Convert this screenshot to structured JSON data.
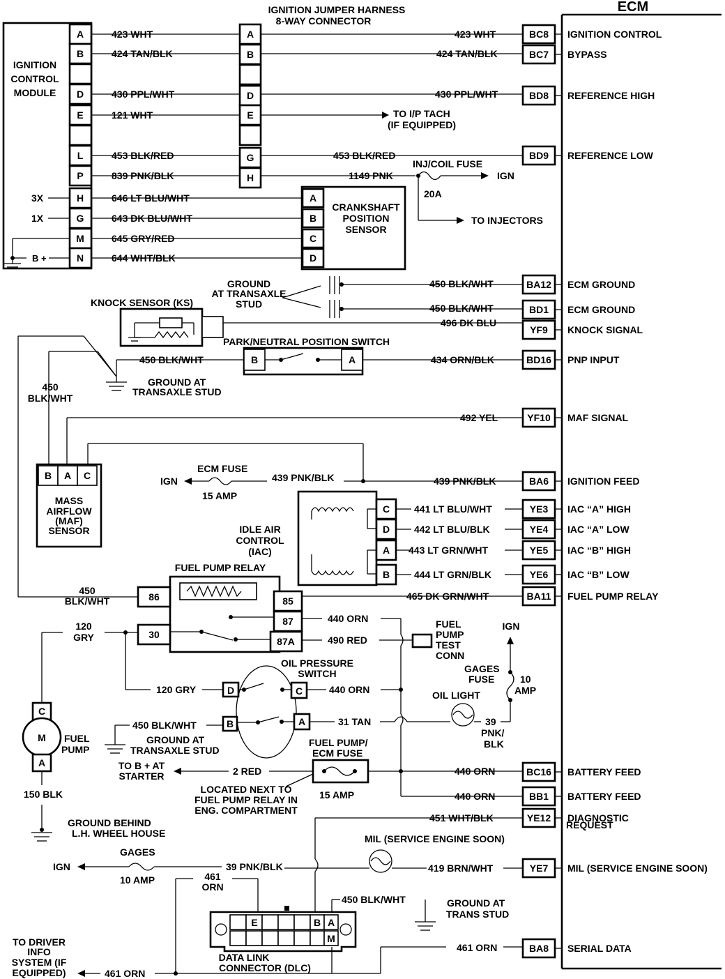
{
  "ecm": {
    "title": "ECM",
    "pins": [
      {
        "pin": "BC8",
        "label": "IGNITION CONTROL"
      },
      {
        "pin": "BC7",
        "label": "BYPASS"
      },
      {
        "pin": "BD8",
        "label": "REFERENCE HIGH"
      },
      {
        "pin": "BD9",
        "label": "REFERENCE LOW"
      },
      {
        "pin": "BA12",
        "label": "ECM GROUND"
      },
      {
        "pin": "BD1",
        "label": "ECM GROUND"
      },
      {
        "pin": "YF9",
        "label": "KNOCK SIGNAL"
      },
      {
        "pin": "BD16",
        "label": "PNP INPUT"
      },
      {
        "pin": "YF10",
        "label": "MAF SIGNAL"
      },
      {
        "pin": "BA6",
        "label": "IGNITION FEED"
      },
      {
        "pin": "YE3",
        "label": "IAC “A” HIGH"
      },
      {
        "pin": "YE4",
        "label": "IAC “A” LOW"
      },
      {
        "pin": "YE5",
        "label": "IAC “B” HIGH"
      },
      {
        "pin": "YE6",
        "label": "IAC “B” LOW"
      },
      {
        "pin": "BA11",
        "label": "FUEL PUMP  RELAY"
      },
      {
        "pin": "BC16",
        "label": "BATTERY FEED"
      },
      {
        "pin": "BB1",
        "label": "BATTERY FEED"
      },
      {
        "pin": "YE12",
        "label": "DIAGNOSTIC"
      },
      {
        "pin": "YE7",
        "label": "MIL (SERVICE ENGINE SOON)"
      },
      {
        "pin": "BA8",
        "label": "SERIAL DATA"
      }
    ],
    "diag_label_2": "REQUEST"
  },
  "icm": {
    "title_lines": [
      "IGNITION",
      "CONTROL",
      "MODULE"
    ],
    "pins": [
      "A",
      "B",
      "",
      "D",
      "E",
      "",
      "L",
      "P",
      "H",
      "G",
      "M",
      "N"
    ],
    "wires": {
      "a": "423 WHT",
      "b": "424 TAN/BLK",
      "d": "430 PPL/WHT",
      "e": "121 WHT",
      "l": "453 BLK/RED",
      "p": "839 PNK/BLK",
      "h": "646 LT BLU/WHT",
      "g": "643 DK BLU/WHT",
      "m": "645 GRY/RED",
      "n": "644 WHT/BLK"
    },
    "x3": "3X",
    "x1": "1X",
    "bplus": "B +"
  },
  "jumper": {
    "title1": "IGNITION JUMPER HARNESS",
    "title2": "8-WAY CONNECTOR",
    "pins": [
      "A",
      "B",
      "",
      "D",
      "E",
      "",
      "G",
      "H"
    ],
    "wire_a": "423 WHT",
    "wire_b": "424 TAN/BLK",
    "wire_d": "430 PPL/WHT",
    "wire_g": "453 BLK/RED",
    "wire_h": "1149 PNK",
    "tach1": "TO I/P TACH",
    "tach2": "(IF EQUIPPED)"
  },
  "crank": {
    "title_lines": [
      "CRANKSHAFT",
      "POSITION",
      "SENSOR"
    ],
    "pins": [
      "A",
      "B",
      "C",
      "D"
    ]
  },
  "injfuse": {
    "label": "INJ/COIL FUSE",
    "amp": "20A",
    "ign": "IGN",
    "injectors": "TO INJECTORS"
  },
  "ground_stud": {
    "l1": "GROUND",
    "l2": "AT TRANSAXLE",
    "l3": "STUD"
  },
  "ecm_gnd_wire": "450 BLK/WHT",
  "knock": {
    "label": "KNOCK SENSOR (KS)",
    "wire": "496 DK BLU"
  },
  "pnp": {
    "label": "PARK/NEUTRAL POSITION SWITCH",
    "pin_b": "B",
    "pin_a": "A",
    "wire_left": "450 BLK/WHT",
    "wire_right": "434 ORN/BLK"
  },
  "gnd_trans": {
    "l1": "GROUND AT",
    "l2": "TRANSAXLE STUD"
  },
  "w450_left": {
    "l1": "450",
    "l2": "BLK/WHT"
  },
  "maf": {
    "wire_signal": "492 YEL",
    "pins": [
      "B",
      "A",
      "C"
    ],
    "title_lines": [
      "MASS",
      "AIRFLOW",
      "(MAF)",
      "SENSOR"
    ],
    "fuse_label": "ECM FUSE",
    "fuse_amp": "15 AMP",
    "ign": "IGN",
    "wire_feed_left": "439 PNK/BLK",
    "wire_feed_right": "439 PNK/BLK"
  },
  "iac": {
    "title_lines": [
      "IDLE AIR",
      "CONTROL",
      "(IAC)"
    ],
    "pins": [
      "C",
      "D",
      "A",
      "B"
    ],
    "wires": [
      "441 LT BLU/WHT",
      "442 LT BLU/BLK",
      "443  LT GRN/WHT",
      "444 LT GRN/BLK"
    ]
  },
  "relay": {
    "label": "FUEL PUMP  RELAY",
    "pins": {
      "p86": "86",
      "p30": "30",
      "p85": "85",
      "p87": "87",
      "p87a": "87A"
    },
    "wire_85": "465 DK GRN/WHT",
    "wire_87": "440 ORN",
    "wire_87a": "490 RED",
    "w450": {
      "l1": "450",
      "l2": "BLK/WHT"
    },
    "w120": {
      "l1": "120",
      "l2": "GRY"
    }
  },
  "test_conn": {
    "lines": [
      "FUEL",
      "PUMP",
      "TEST",
      "CONN"
    ]
  },
  "oil": {
    "title1": "OIL PRESSURE",
    "title2": "SWITCH",
    "pins": [
      "D",
      "C",
      "B",
      "A"
    ],
    "wire_gry": "120 GRY",
    "wire_orn": "440  ORN",
    "wire_gnd": "450 BLK/WHT",
    "wire_tan": "31 TAN",
    "gnd1": "GROUND AT",
    "gnd2": "TRANSAXLE STUD"
  },
  "oil_light": {
    "label": "OIL LIGHT",
    "w1": "39",
    "w2": "PNK/",
    "w3": "BLK"
  },
  "gages_fuse": {
    "ign": "IGN",
    "l1": "GAGES",
    "l2": "FUSE",
    "a1": "10",
    "a2": "AMP"
  },
  "fuel_pump": {
    "pins": [
      "C",
      "A"
    ],
    "m": "M",
    "l1": "FUEL",
    "l2": "PUMP",
    "wire": "150 BLK",
    "gnd1": "GROUND BEHIND",
    "gnd2": "L.H. WHEEL HOUSE"
  },
  "pump_fuse": {
    "l1": "FUEL PUMP/",
    "l2": "ECM FUSE",
    "amp": "15 AMP",
    "to1": "TO B +  AT",
    "to2": "STARTER",
    "wire_red": "2  RED",
    "wire_orn1": "440 ORN",
    "wire_orn2": "440 ORN"
  },
  "located": {
    "lines": [
      "LOCATED NEXT TO",
      "FUEL PUMP RELAY IN",
      "ENG. COMPARTMENT"
    ]
  },
  "diag_wire": "451 WHT/BLK",
  "mil": {
    "label": "MIL (SERVICE ENGINE SOON)",
    "wire": "419 BRN/WHT"
  },
  "gages": {
    "label": "GAGES",
    "amp": "10 AMP",
    "ign": "IGN",
    "wire": "39 PNK/BLK"
  },
  "dlc": {
    "w461a": "461",
    "w461b": "ORN",
    "wire_gnd": "450 BLK/WHT",
    "gnd1": "GROUND AT",
    "gnd2": "TRANS STUD",
    "pins": [
      "E",
      "B",
      "A",
      "M"
    ],
    "title1": "DATA LINK",
    "title2": "CONNECTOR (DLC)",
    "wire_serial": "461 ORN",
    "wire_out": "461 ORN"
  },
  "driver_info": {
    "lines": [
      "TO DRIVER",
      "INFO",
      "SYSTEM (IF",
      "EQUIPPED)"
    ]
  }
}
